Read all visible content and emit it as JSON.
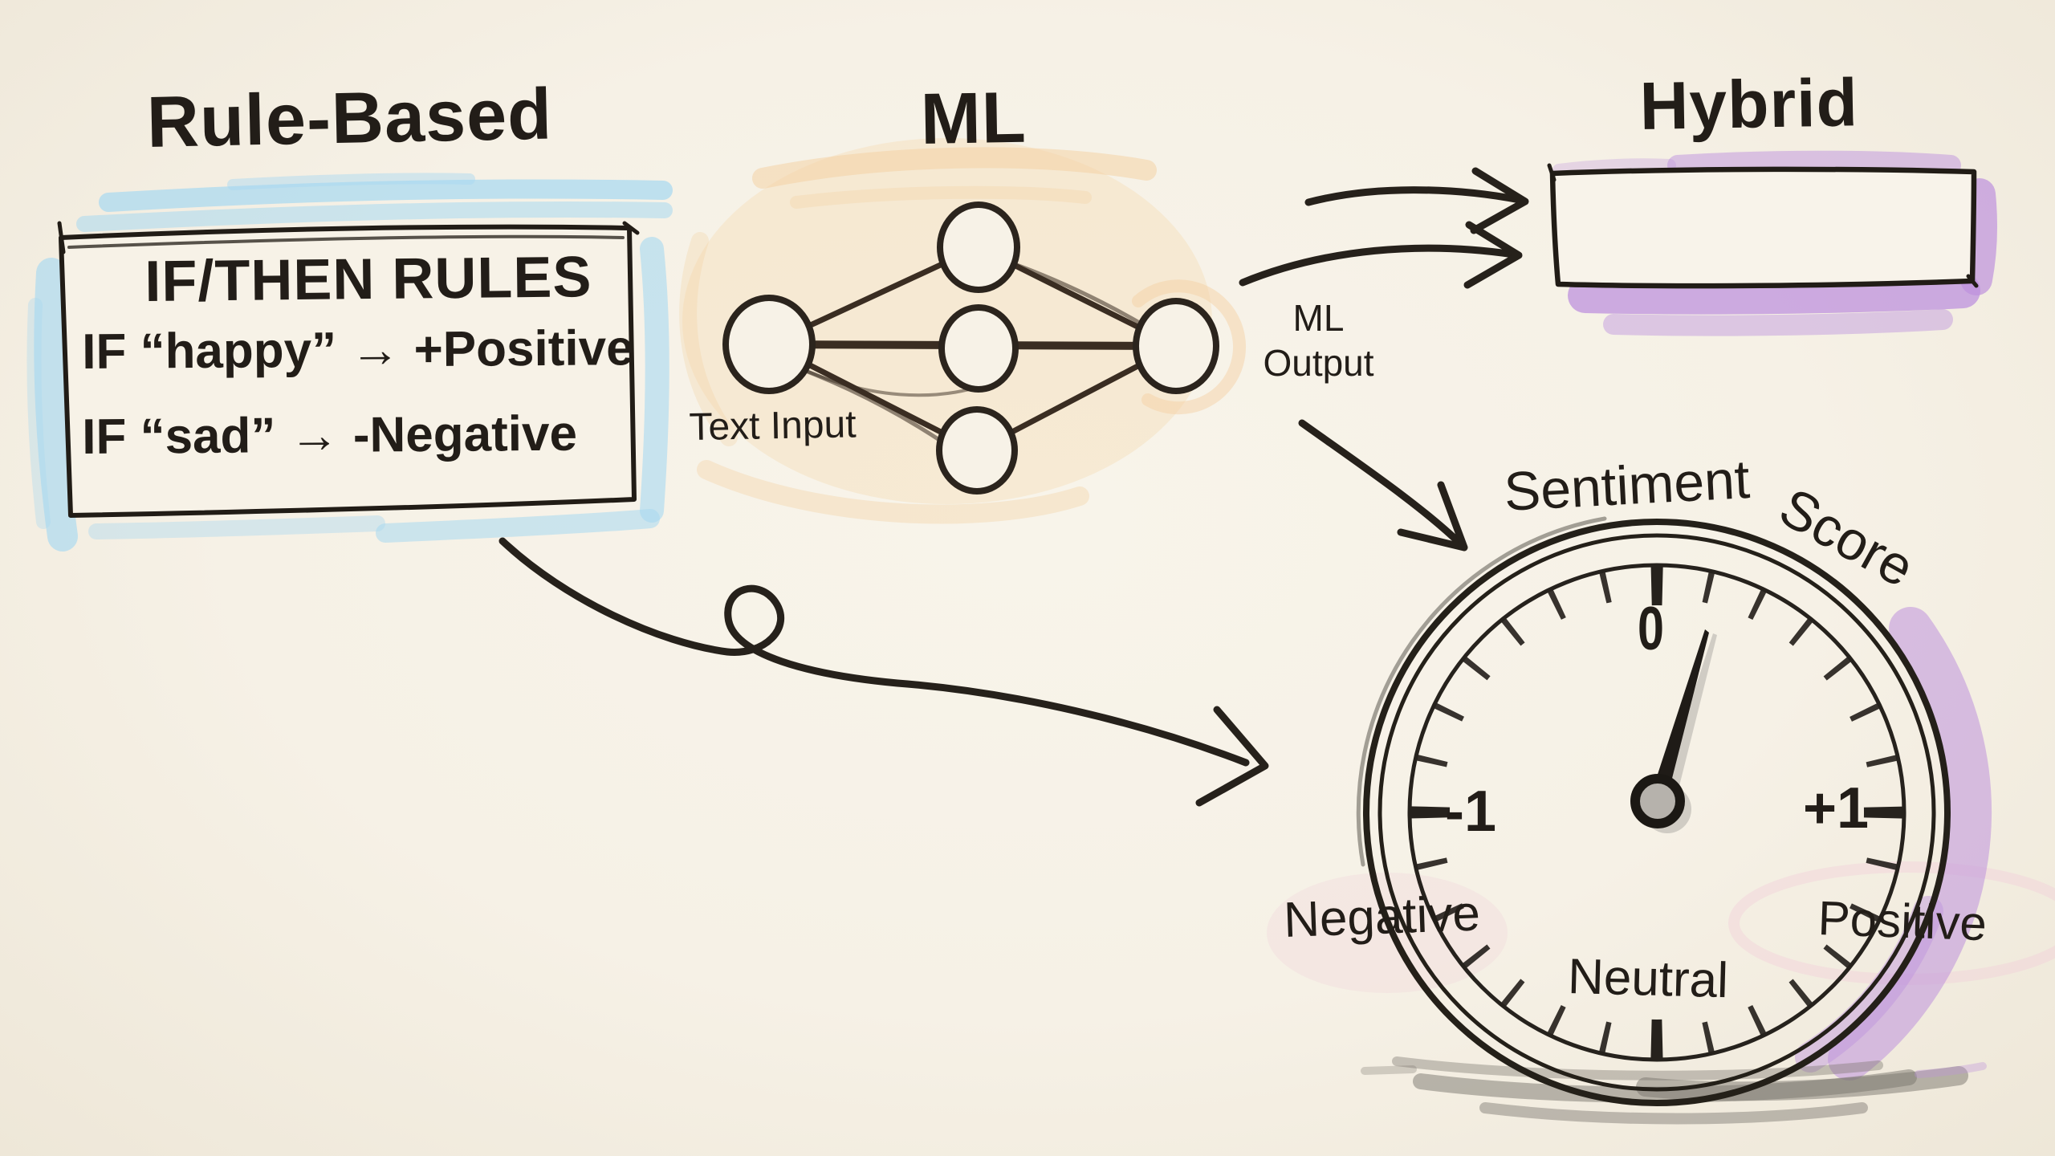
{
  "rule_based": {
    "title": "Rule-Based",
    "box_line_1": "IF/THEN RULES",
    "box_line_2": "IF “happy” → +Positive",
    "box_line_3": "IF “sad” → -Negative",
    "highlight_color": "#a7d8f1"
  },
  "ml": {
    "title": "ML",
    "input_label": "Text Input",
    "output_label_line_1": "ML",
    "output_label_line_2": "Output",
    "highlight_color": "#f6d2a0"
  },
  "hybrid": {
    "title": "Hybrid",
    "highlight_color": "#bd92dd"
  },
  "gauge": {
    "title_word_1": "Sentiment",
    "title_word_2": "Score",
    "tick_label_top": "0",
    "tick_label_left": "-1",
    "tick_label_right": "+1",
    "zone_label_left": "Negative",
    "zone_label_center": "Neutral",
    "zone_label_right": "Positive",
    "scale_min": -1,
    "scale_max": 1,
    "needle_points_between": "0 and +1",
    "highlight_color": "#bd92dd",
    "ink_color": "#221d18"
  }
}
